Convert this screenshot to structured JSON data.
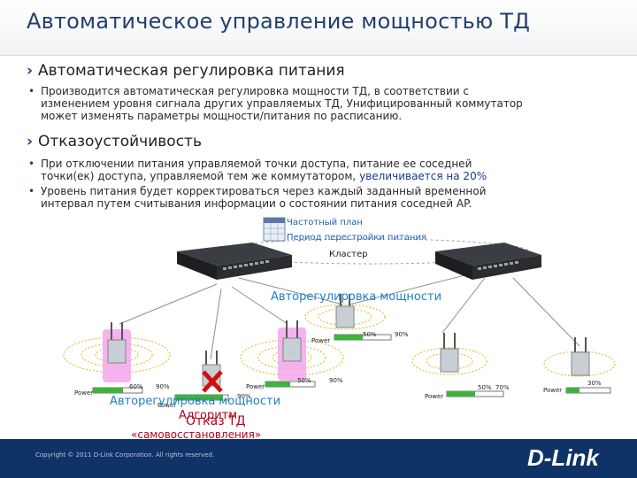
{
  "title": "Автоматическое управление мощностью ТД",
  "sections": [
    {
      "heading": "Автоматическая регулировка питания",
      "bullets": [
        {
          "lines": [
            "Производится автоматическая регулировка мощности ТД, в соответствии с",
            "изменением уровня сигнала других управляемых ТД, Унифицированный коммутатор",
            "может изменять параметры мощности/питания по расписанию."
          ]
        }
      ]
    },
    {
      "heading": "Отказоустойчивость",
      "bullets": [
        {
          "lines": [
            "При отключении питания управляемой точки доступа, питание ее соседней"
          ],
          "line2_prefix": "точки(ек) доступа, управляемой тем же коммутатором, ",
          "line2_highlight": "увеличивается на 20%"
        },
        {
          "lines": [
            "Уровень питания будет корректироваться через каждый заданный временной",
            "интервал путем считывания информации о состоянии питания соседней AP."
          ]
        }
      ]
    }
  ],
  "diagram": {
    "schedule_label": "Частотный план",
    "period_label": "Период перестройки питания",
    "cluster_label": "Кластер",
    "auto_power_top": "Авторегулировка мощности",
    "auto_power_bottom": "Авторегулировка мощности",
    "algorithm_label": "Алгоритм",
    "ap_failure_label": "Отказ ТД",
    "self_healing_label": "«самовосстановления»",
    "power_word": "Power",
    "pct": {
      "center_a": "50%",
      "center_b": "90%",
      "left_a": "60%",
      "left_b": "90%",
      "mid_a": "50%",
      "mid_b": "90%",
      "mid_c": "90%",
      "right_a": "50%",
      "right_b": "70%",
      "far_right": "30%"
    }
  },
  "footer": {
    "copyright": "Copyright © 2011 D-Link Corporation. All rights reserved.",
    "logo": "D-Link"
  },
  "colors": {
    "title": "#233f6c",
    "footer_bg": "#0f3366",
    "highlight_ap": "#e05bd0",
    "link_blue": "#1f5fb4",
    "failure_red": "#cc1111"
  }
}
